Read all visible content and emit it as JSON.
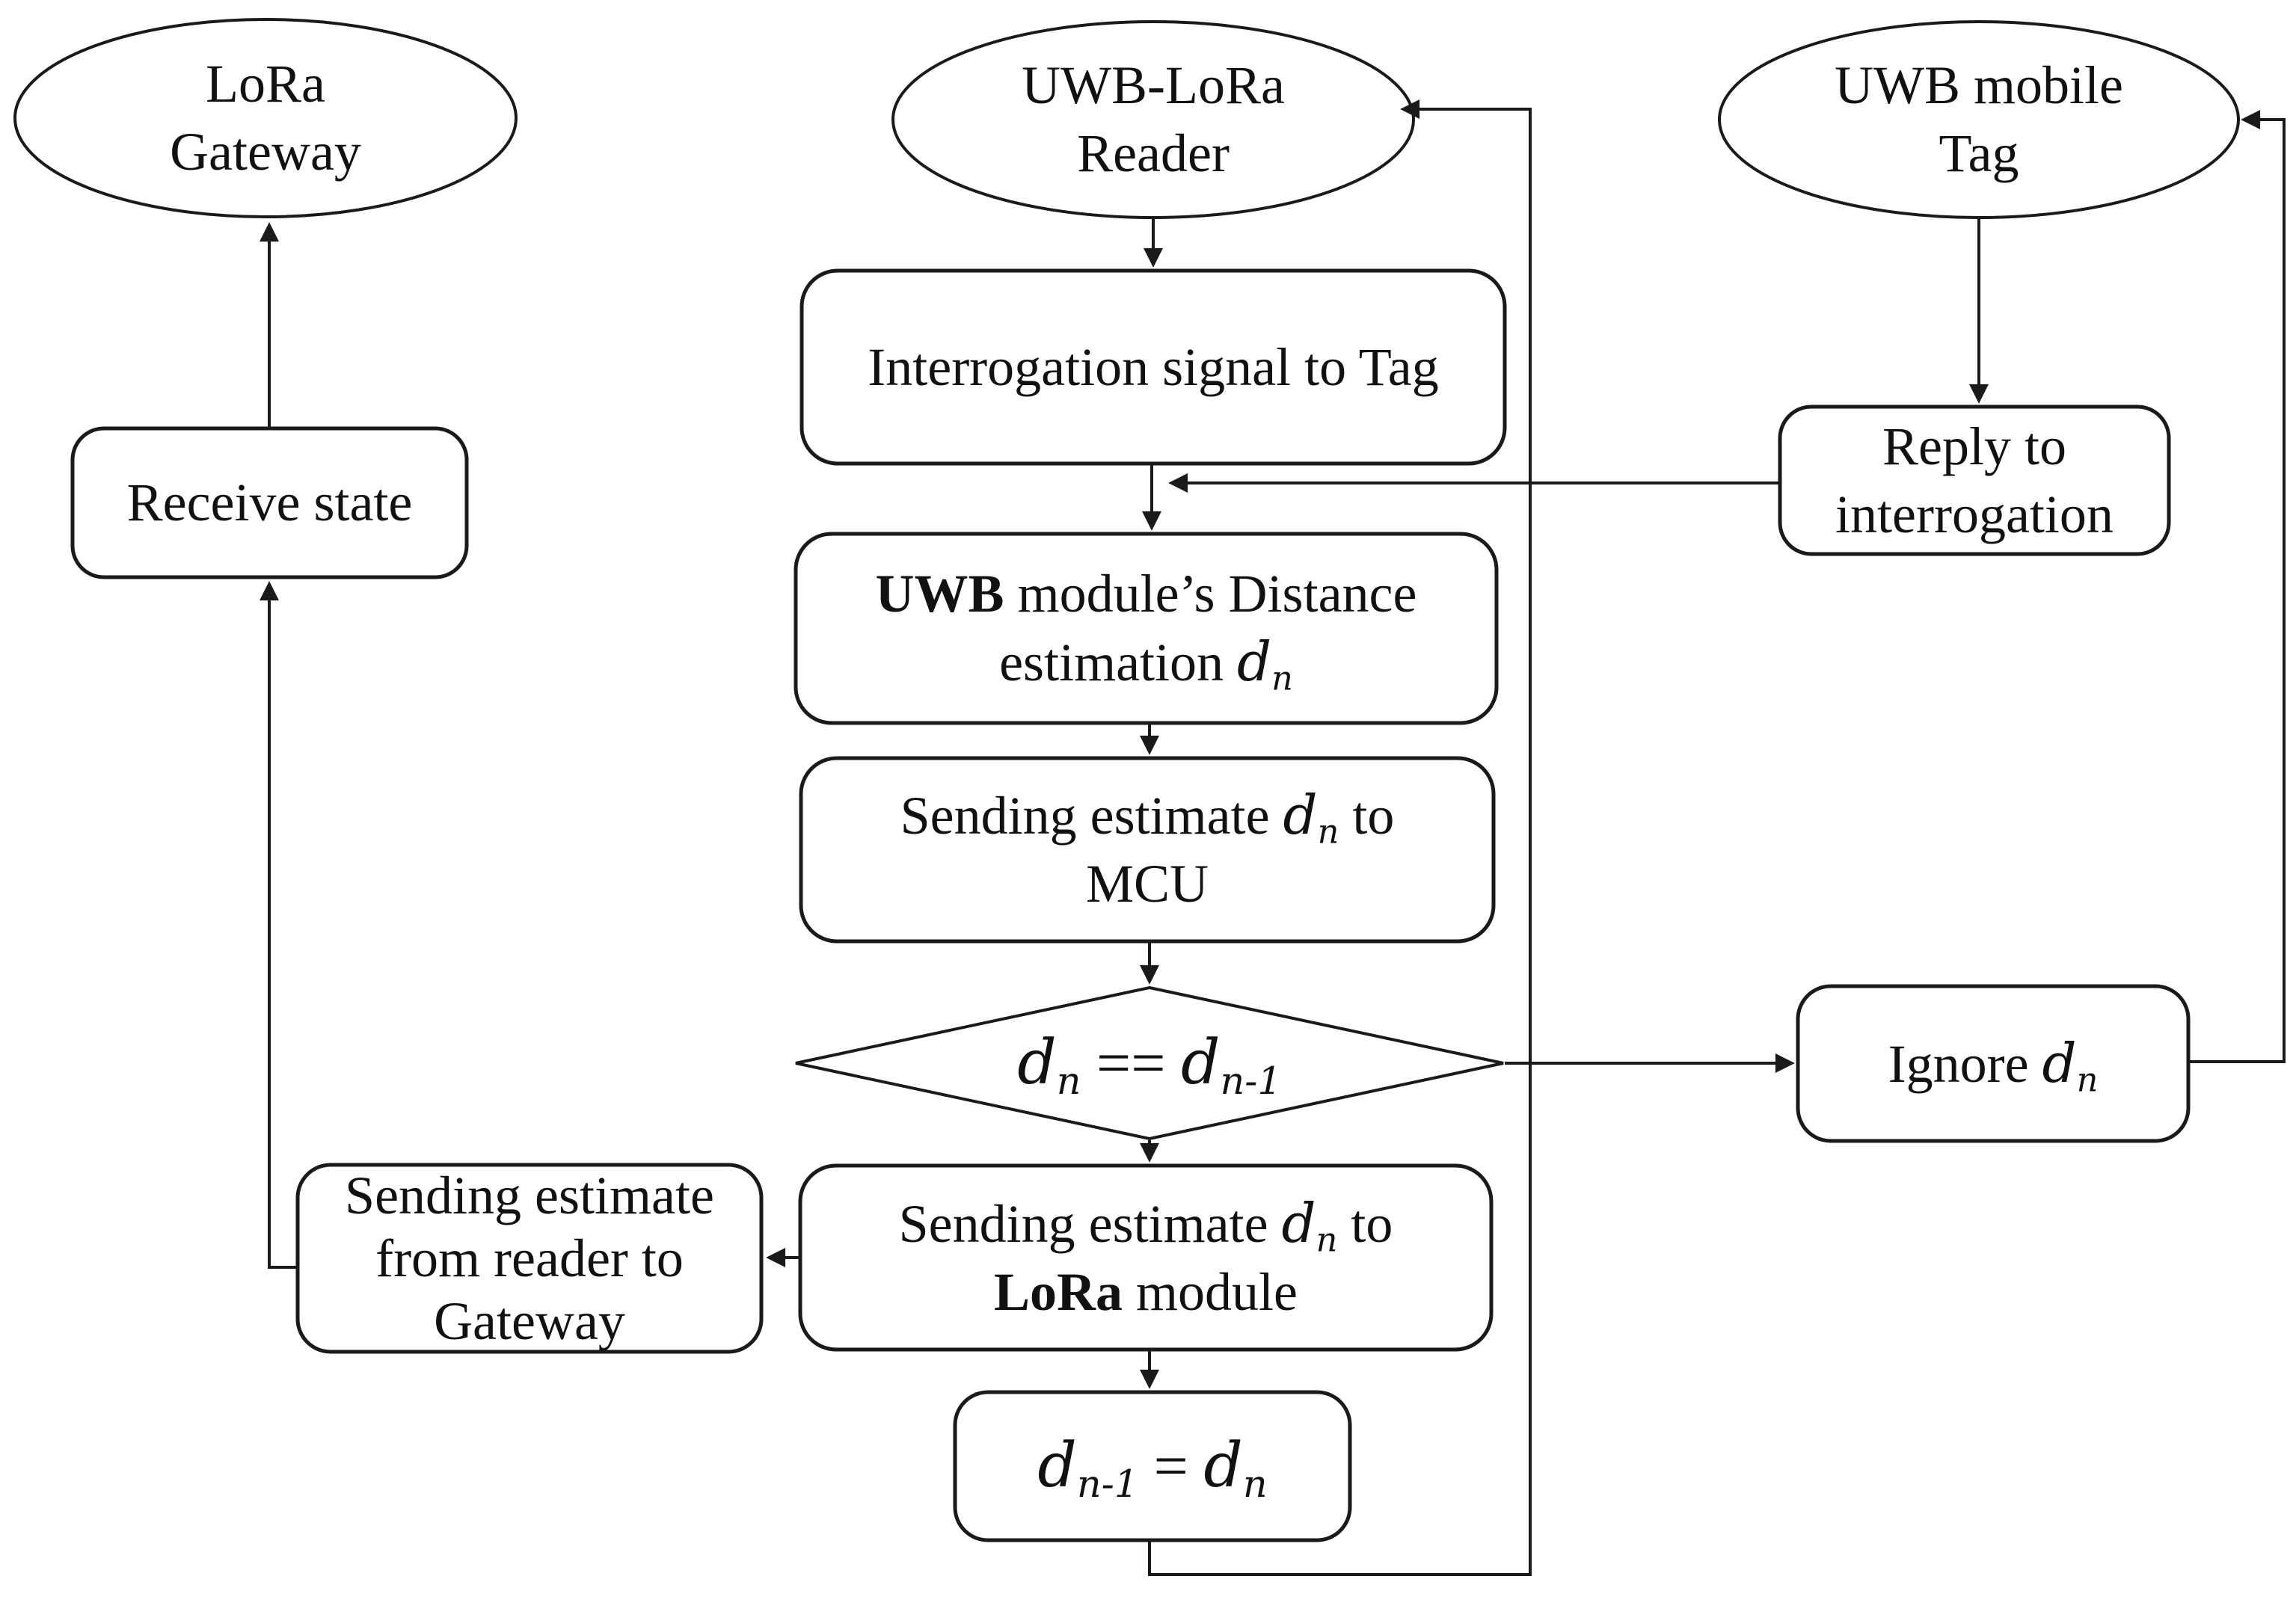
{
  "diagram": {
    "colors": {
      "background": "#ffffff",
      "stroke": "#1a1a1a",
      "text": "#111111"
    },
    "nodes": {
      "lora_gateway": {
        "shape": "ellipse",
        "line1": "LoRa",
        "line2": "Gateway"
      },
      "uwb_lora_reader": {
        "shape": "ellipse",
        "line1": "UWB-LoRa",
        "line2": "Reader"
      },
      "uwb_mobile_tag": {
        "shape": "ellipse",
        "line1": "UWB mobile",
        "line2": "Tag"
      },
      "receive_state": {
        "shape": "rounded-box",
        "label": "Receive state"
      },
      "interrogation": {
        "shape": "rounded-box",
        "label": "Interrogation signal to Tag"
      },
      "reply": {
        "shape": "rounded-box",
        "line1": "Reply to",
        "line2": "interrogation"
      },
      "uwb_estimation": {
        "shape": "rounded-box",
        "bold": "UWB",
        "line1_rest": " module’s Distance",
        "line2_pre": "estimation ",
        "var": "d",
        "sub": "n"
      },
      "sending_mcu": {
        "shape": "rounded-box",
        "line1_pre": "Sending estimate ",
        "var": "d",
        "sub": "n",
        "line1_post": " to",
        "line2": "MCU"
      },
      "decision": {
        "shape": "diamond",
        "var1": "d",
        "sub1": "n",
        "op": " == ",
        "var2": "d",
        "sub2": "n-1"
      },
      "sending_lora": {
        "shape": "rounded-box",
        "line1_pre": "Sending estimate ",
        "var": "d",
        "sub": "n",
        "line1_post": " to",
        "line2_bold": "LoRa",
        "line2_rest": " module"
      },
      "sending_gateway": {
        "shape": "rounded-box",
        "line1": "Sending estimate",
        "line2": "from reader to",
        "line3": "Gateway"
      },
      "assign": {
        "shape": "rounded-box",
        "var1": "d",
        "sub1": "n-1",
        "op": " = ",
        "var2": "d",
        "sub2": "n"
      },
      "ignore": {
        "shape": "rounded-box",
        "pre": "Ignore ",
        "var": "d",
        "sub": "n"
      }
    }
  }
}
